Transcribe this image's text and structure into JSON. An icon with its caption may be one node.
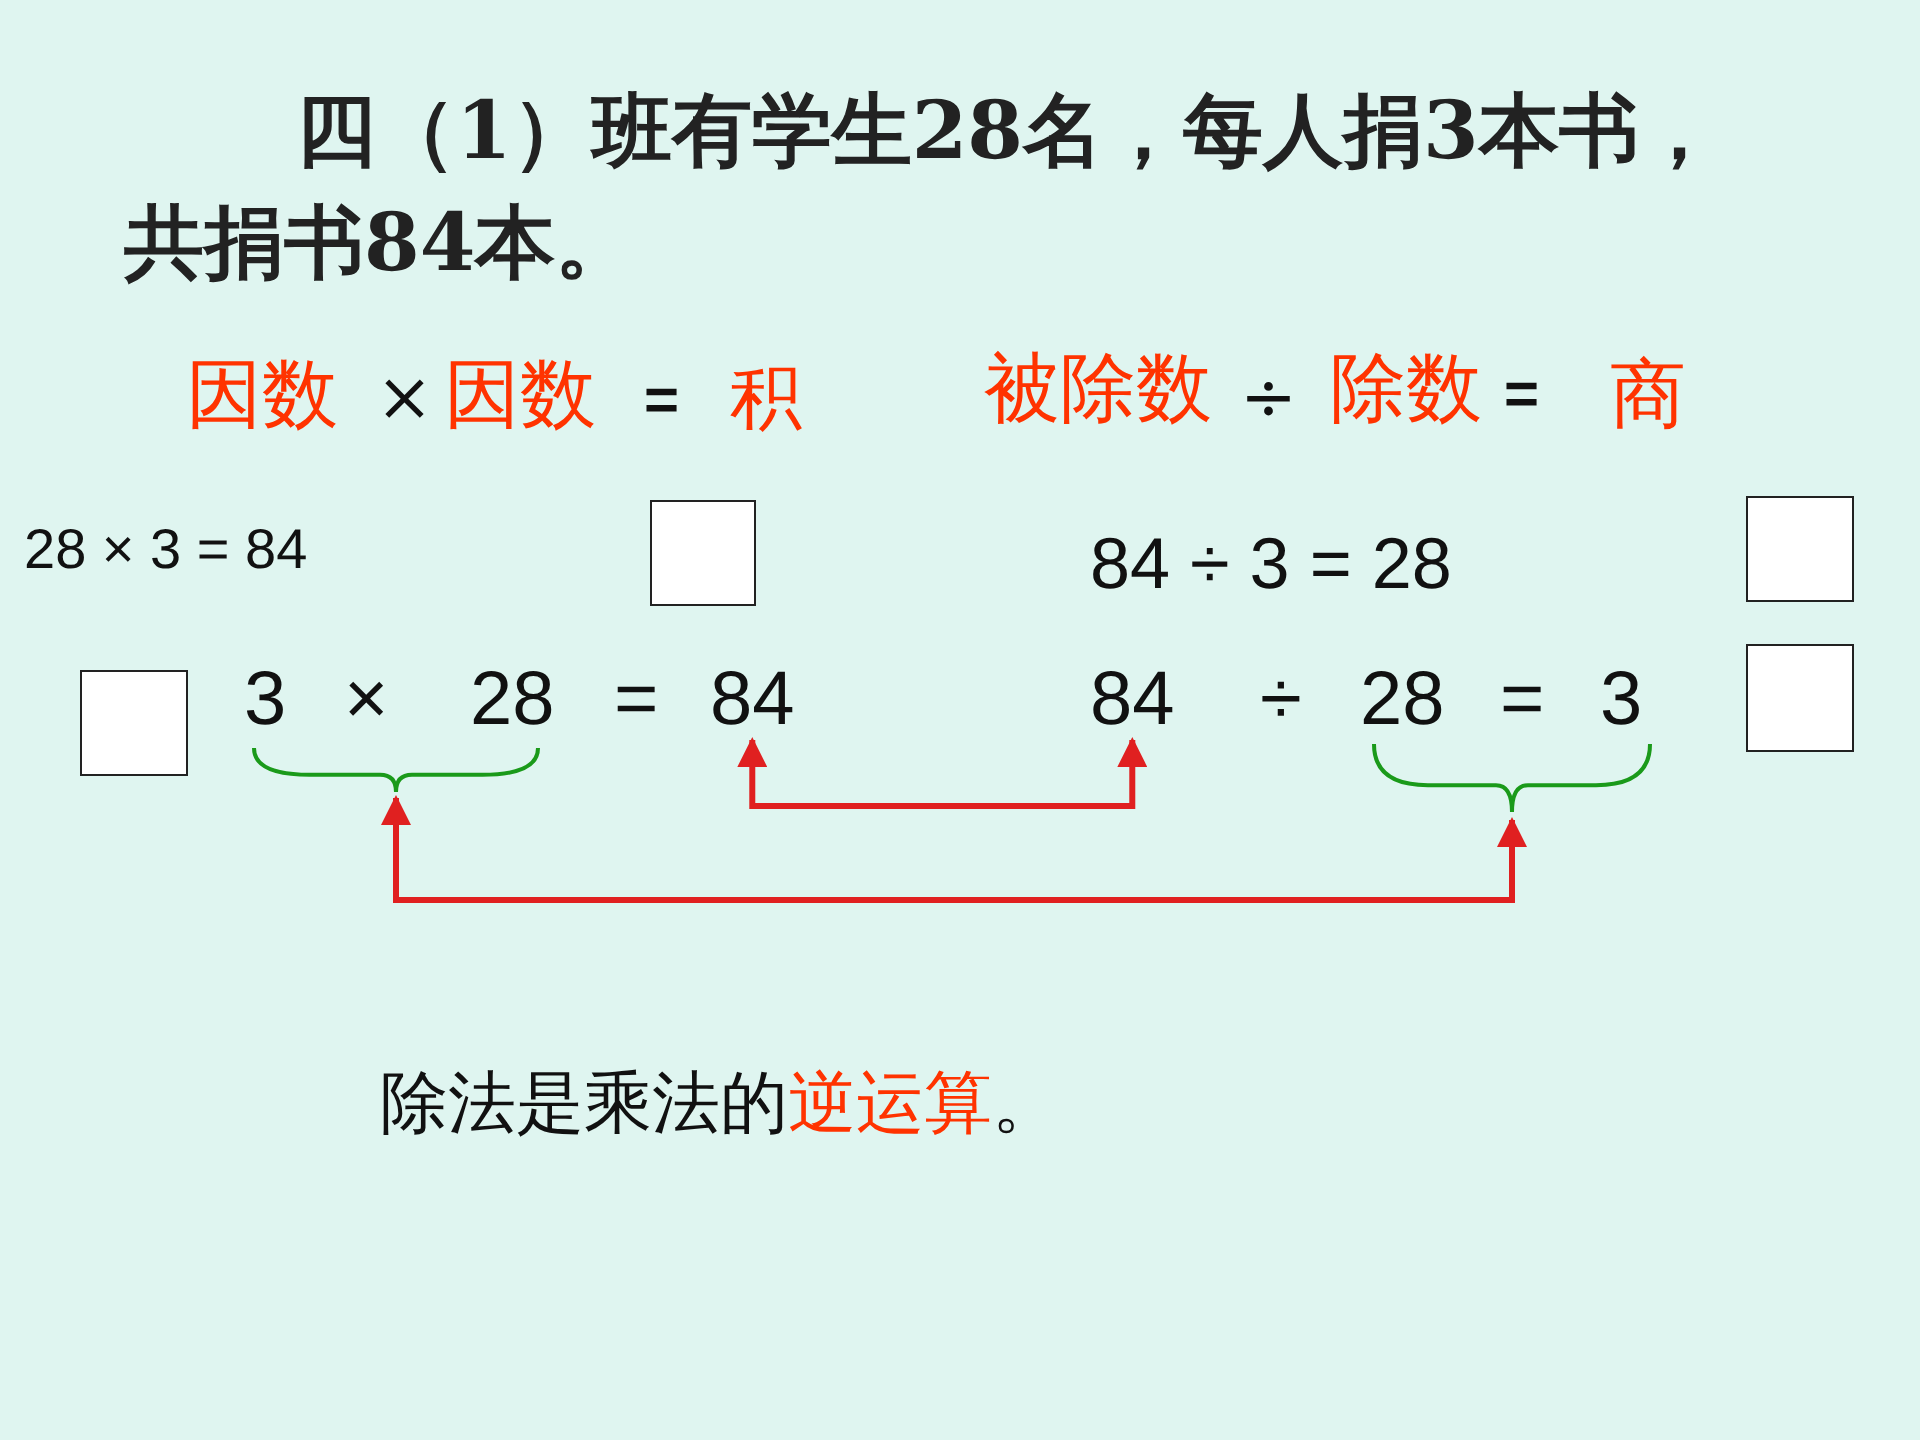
{
  "diagram": {
    "title": "四（1）班有学生28名，每人捐3本书，共捐书84本。",
    "nodes": [
      {
        "text": [],
        "shape": "box"
      },
      {
        "text": [],
        "shape": "box"
      },
      {
        "text": [],
        "shape": "box"
      },
      {
        "text": [
          "3"
        ]
      },
      {
        "text": [
          "×"
        ]
      },
      {
        "text": [
          "28"
        ]
      },
      {
        "text": [
          "="
        ]
      },
      {
        "text": [
          "84"
        ]
      },
      {
        "text": [
          "84"
        ]
      },
      {
        "text": [
          "÷"
        ]
      },
      {
        "text": [
          "28"
        ]
      },
      {
        "text": [
          "="
        ]
      },
      {
        "text": [
          "3"
        ]
      },
      {
        "text": [],
        "shape": "box"
      },
      {
        "text": [],
        "shape": "brace"
      },
      {
        "text": [],
        "shape": "brace"
      }
    ],
    "edges": [
      {
        "from": 7,
        "to": 8,
        "arrow": "both"
      },
      {
        "from": 14,
        "to": 15,
        "arrow": "both"
      }
    ],
    "labels": [
      "因数",
      "×",
      "因数",
      "=",
      "积",
      "被除数",
      "÷",
      "除数",
      "=",
      "商",
      "28 × 3 = 84",
      "84 ÷ 3 = 28",
      "除法是乘法的**逆运算**。"
    ]
  }
}
